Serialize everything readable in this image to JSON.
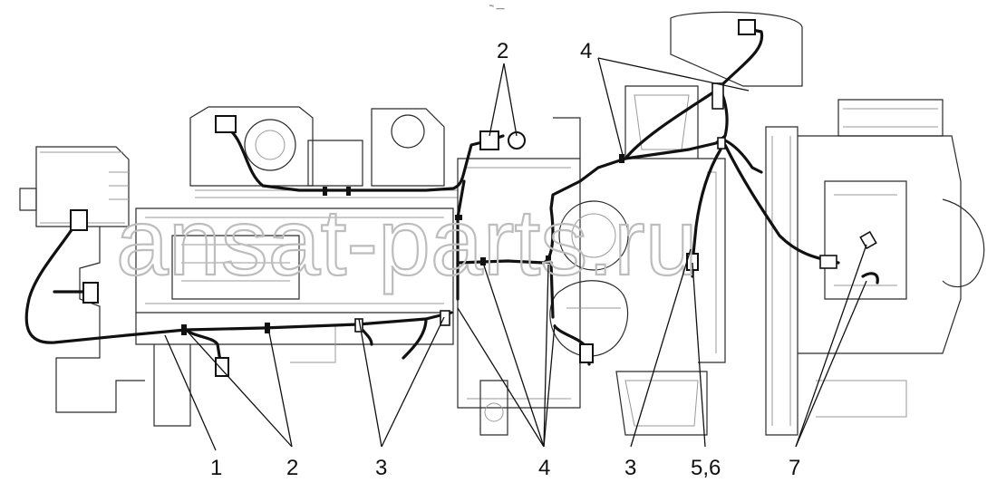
{
  "watermark": {
    "text": "ansat-parts.ru"
  },
  "top_mark": "˜‘ —",
  "callouts": {
    "c1": "1",
    "c2_bottom": "2",
    "c3_left": "3",
    "c4_bottom": "4",
    "c3_right": "3",
    "c56": "5,6",
    "c7": "7",
    "c2_top": "2",
    "c4_top": "4"
  }
}
